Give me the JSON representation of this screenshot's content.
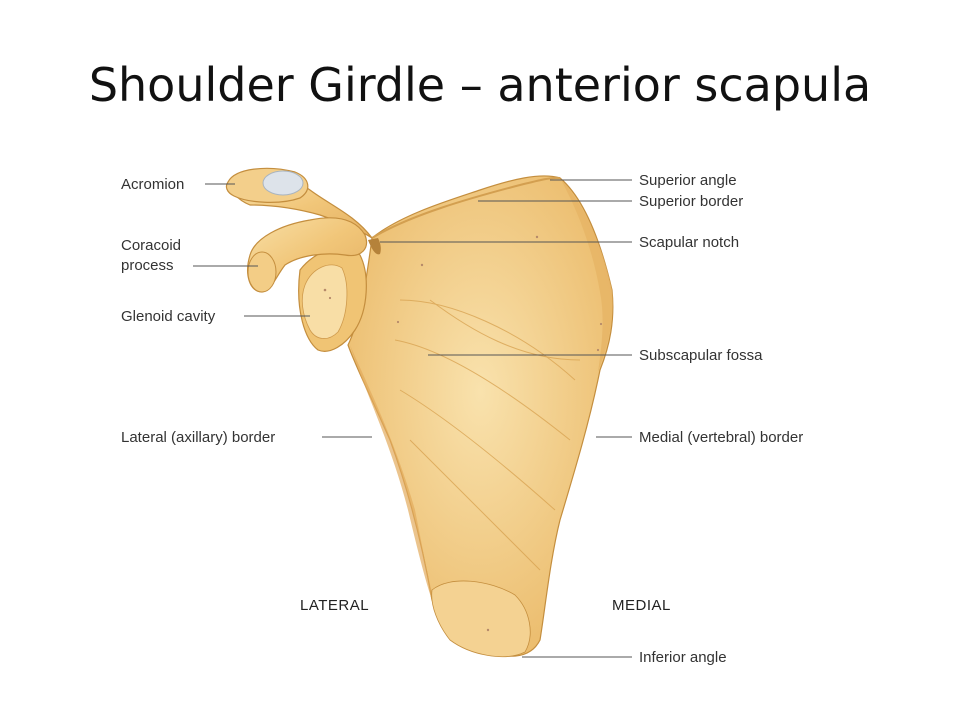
{
  "slide": {
    "title": "Shoulder Girdle – anterior scapula"
  },
  "labels": {
    "acromion": "Acromion",
    "coracoid_1": "Coracoid",
    "coracoid_2": "process",
    "glenoid": "Glenoid cavity",
    "lateral_border": "Lateral (axillary) border",
    "superior_angle": "Superior angle",
    "superior_border": "Superior border",
    "scapular_notch": "Scapular notch",
    "subscapular_fossa": "Subscapular fossa",
    "medial_border": "Medial (vertebral) border",
    "inferior_angle": "Inferior angle",
    "lateral_side": "LATERAL",
    "medial_side": "MEDIAL"
  },
  "colors": {
    "bone": "#f0c778",
    "bone_light": "#f7dca0",
    "bone_shadow": "#d9a453",
    "bone_outline": "#c48e3e",
    "cartilage": "#dde3ea"
  }
}
